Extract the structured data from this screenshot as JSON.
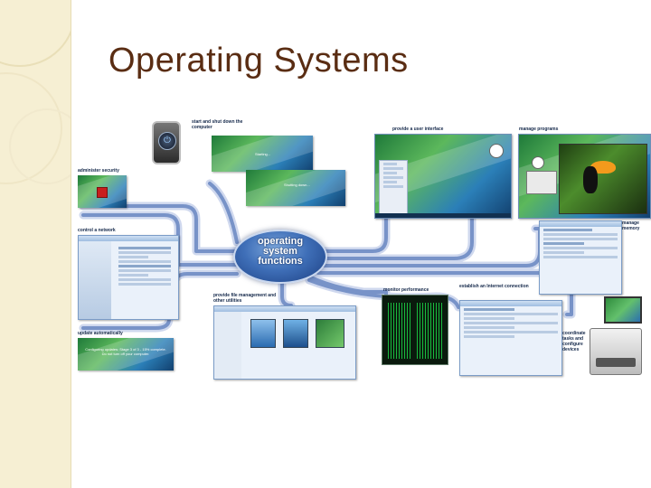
{
  "slide": {
    "title": "Operating Systems"
  },
  "diagram": {
    "hub": {
      "line1": "operating",
      "line2": "system",
      "line3": "functions"
    },
    "captions": {
      "start_shutdown": "start and shut down the computer",
      "user_interface": "provide a user interface",
      "manage_programs": "manage programs",
      "admin_security": "administer security",
      "manage_memory": "manage memory",
      "control_network": "control a network",
      "file_management": "provide file management and other utilities",
      "monitor_performance": "monitor performance",
      "internet_connection": "establish an Internet connection",
      "coordinate_tasks": "coordinate tasks and configure devices",
      "update_automatically": "update automatically"
    },
    "panel_text": {
      "starting": "Starting...",
      "shutting_down": "Shutting down...",
      "update_notice": "Configuring updates: Stage 3 of 3 - 15% complete. Do not turn off your computer."
    },
    "colors": {
      "lines": "#7893c8",
      "hub": "#2c58a4",
      "title": "#5a2d13",
      "sidebar": "#f6efd3"
    }
  }
}
